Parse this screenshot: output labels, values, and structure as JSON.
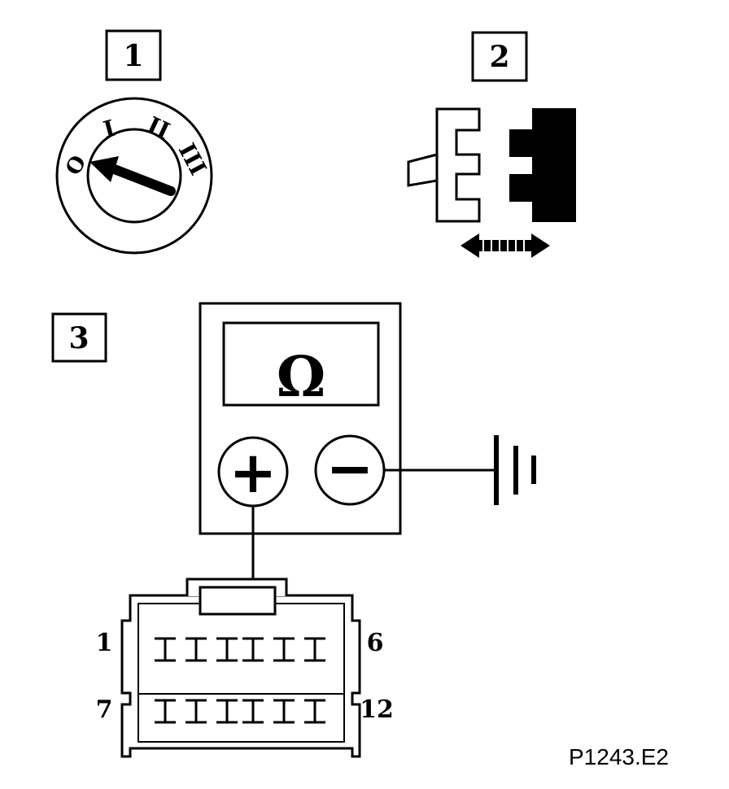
{
  "steps": {
    "step1": "1",
    "step2": "2",
    "step3": "3"
  },
  "ignition": {
    "pos_0": "O",
    "pos_1": "I",
    "pos_2": "II",
    "pos_3": "III"
  },
  "meter": {
    "unit_symbol": "Ω",
    "plus_symbol": "+",
    "minus_symbol": "−"
  },
  "connector": {
    "pin_top_left": "1",
    "pin_top_right": "6",
    "pin_bottom_left": "7",
    "pin_bottom_right": "12"
  },
  "reference": "P1243.E2",
  "icons": [
    "ignition-key-switch-icon",
    "connector-disconnect-icon",
    "double-arrow-icon",
    "ground-symbol-icon",
    "multimeter-icon"
  ]
}
